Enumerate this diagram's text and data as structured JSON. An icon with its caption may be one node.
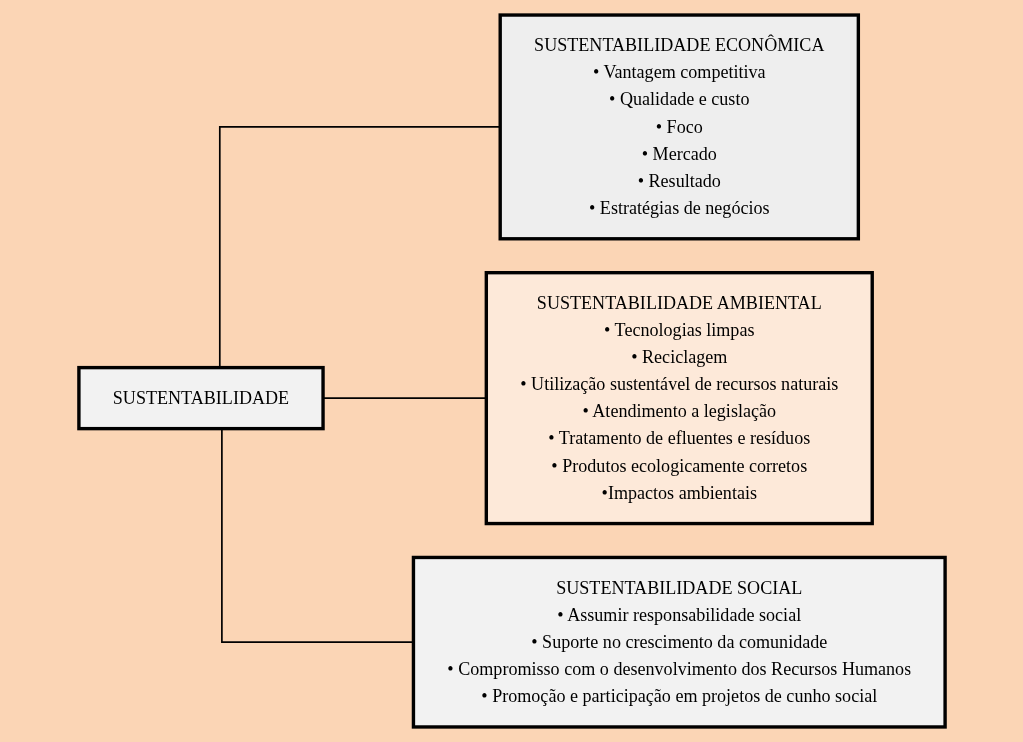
{
  "diagram": {
    "nodes": [
      {
        "text": [
          "SUSTENTABILIDADE"
        ]
      },
      {
        "text": [
          "SUSTENTABILIDADE ECONÔMICA",
          "• Vantagem competitiva",
          "• Qualidade e custo",
          "• Foco",
          "• Mercado",
          "• Resultado",
          "• Estratégias de negócios"
        ]
      },
      {
        "text": [
          "SUSTENTABILIDADE AMBIENTAL",
          "• Tecnologias limpas",
          "• Reciclagem",
          "• Utilização sustentável de recursos naturais",
          "• Atendimento a legislação",
          "• Tratamento de efluentes e resíduos",
          "• Produtos ecologicamente corretos",
          "•Impactos ambientais"
        ]
      },
      {
        "text": [
          "SUSTENTABILIDADE SOCIAL",
          "• Assumir responsabilidade social",
          "• Suporte no crescimento da comunidade",
          "• Compromisso com o desenvolvimento dos Recursos Humanos",
          "• Promoção e participação em projetos de cunho social"
        ]
      }
    ],
    "edges": [
      {
        "from": 0,
        "to": 1,
        "arrow": "none"
      },
      {
        "from": 0,
        "to": 2,
        "arrow": "none"
      },
      {
        "from": 0,
        "to": 3,
        "arrow": "none"
      }
    ]
  }
}
